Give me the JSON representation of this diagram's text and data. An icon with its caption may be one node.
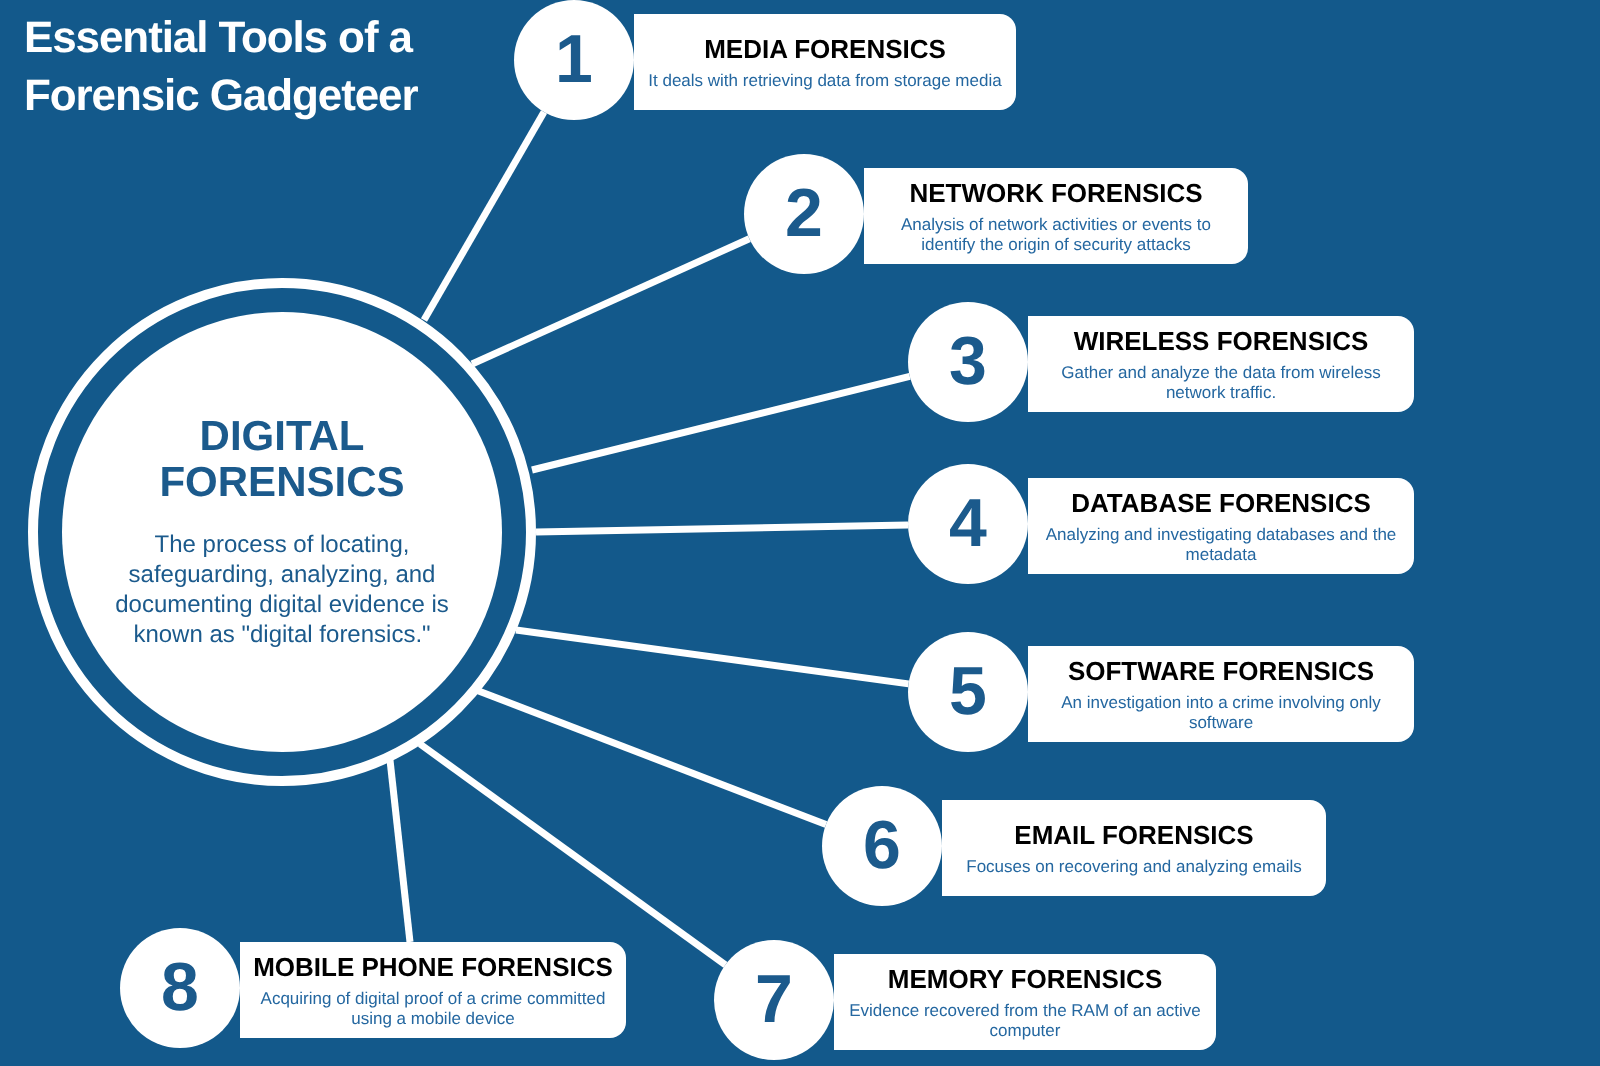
{
  "diagram": {
    "title": "Essential Tools of a Forensic Gadgeteer",
    "nodes": [
      {
        "text": [
          "DIGITAL FORENSICS",
          "The process of locating, safeguarding, analyzing, and documenting digital evidence is known as \"digital forensics.\""
        ]
      },
      {
        "text": [
          "1"
        ]
      },
      {
        "text": [
          "MEDIA FORENSICS",
          "It deals with retrieving data from storage media"
        ]
      },
      {
        "text": [
          "2"
        ]
      },
      {
        "text": [
          "NETWORK FORENSICS",
          "Analysis of network activities or events to identify the origin of security attacks"
        ]
      },
      {
        "text": [
          "3"
        ]
      },
      {
        "text": [
          "WIRELESS FORENSICS",
          "Gather and analyze the data from wireless network traffic."
        ]
      },
      {
        "text": [
          "4"
        ]
      },
      {
        "text": [
          "DATABASE FORENSICS",
          "Analyzing and investigating databases and the metadata"
        ]
      },
      {
        "text": [
          "5"
        ]
      },
      {
        "text": [
          "SOFTWARE FORENSICS",
          "An investigation into a crime involving only software"
        ]
      },
      {
        "text": [
          "6"
        ]
      },
      {
        "text": [
          "EMAIL FORENSICS",
          "Focuses on recovering and analyzing emails"
        ]
      },
      {
        "text": [
          "7"
        ]
      },
      {
        "text": [
          "MEMORY FORENSICS",
          "Evidence recovered from the RAM of an active computer"
        ]
      },
      {
        "text": [
          "8"
        ]
      },
      {
        "text": [
          "MOBILE PHONE FORENSICS",
          "Acquiring of digital proof of a crime committed using a mobile device"
        ]
      }
    ],
    "edges": [
      {
        "from": 0,
        "to": 1,
        "arrow": "none"
      },
      {
        "from": 0,
        "to": 3,
        "arrow": "none"
      },
      {
        "from": 0,
        "to": 5,
        "arrow": "none"
      },
      {
        "from": 0,
        "to": 7,
        "arrow": "none"
      },
      {
        "from": 0,
        "to": 9,
        "arrow": "none"
      },
      {
        "from": 0,
        "to": 11,
        "arrow": "none"
      },
      {
        "from": 0,
        "to": 13,
        "arrow": "none"
      },
      {
        "from": 0,
        "to": 16,
        "arrow": "none"
      }
    ]
  }
}
